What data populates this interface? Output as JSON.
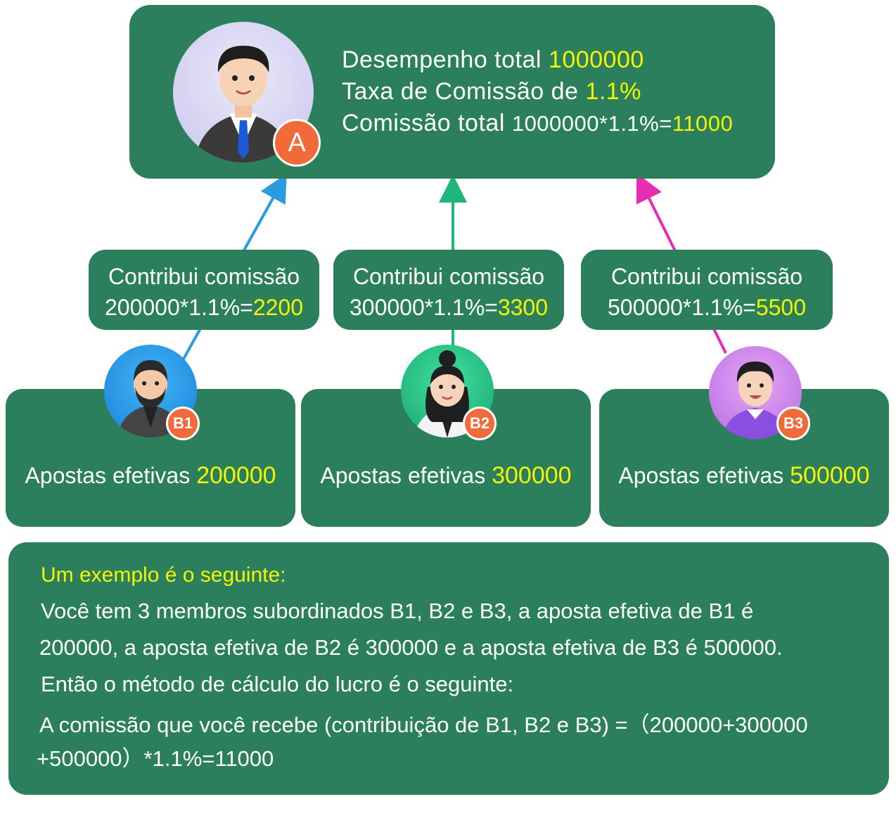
{
  "top": {
    "line1_label": "Desempenho total",
    "line1_value": "1000000",
    "line2_label": "Taxa de Comissão de",
    "line2_value": "1.1%",
    "line3_label": "Comissão total",
    "line3_formula": "1000000*1.1%=",
    "line3_value": "11000",
    "badge": "A"
  },
  "contributions": [
    {
      "label": "Contribui comissão",
      "formula": "200000*1.1%=",
      "value": "2200",
      "arrow_color": "#2b9be0"
    },
    {
      "label": "Contribui comissão",
      "formula": "300000*1.1%=",
      "value": "3300",
      "arrow_color": "#20b57a"
    },
    {
      "label": "Contribui comissão",
      "formula": "500000*1.1%=",
      "value": "5500",
      "arrow_color": "#e62db4"
    }
  ],
  "members": [
    {
      "badge": "B1",
      "label": "Apostas efetivas",
      "value": "200000"
    },
    {
      "badge": "B2",
      "label": "Apostas efetivas",
      "value": "300000"
    },
    {
      "badge": "B3",
      "label": "Apostas efetivas",
      "value": "500000"
    }
  ],
  "example": {
    "heading": "Um exemplo é o seguinte:",
    "line1": "Você tem 3 membros subordinados B1, B2 e B3, a aposta efetiva de B1 é",
    "line2": "200000, a aposta efetiva de B2 é 300000 e a aposta efetiva de B3 é 500000.",
    "line3": "Então o método de cálculo do lucro é o seguinte:",
    "line4": "A comissão que você recebe (contribuição de B1, B2 e B3) =（200000+300000",
    "line5": "+500000）*1.1%=11000"
  },
  "colors": {
    "box_green": "#2b7f5c",
    "highlight_yellow": "#f5f500",
    "badge_orange": "#f06a3a"
  }
}
